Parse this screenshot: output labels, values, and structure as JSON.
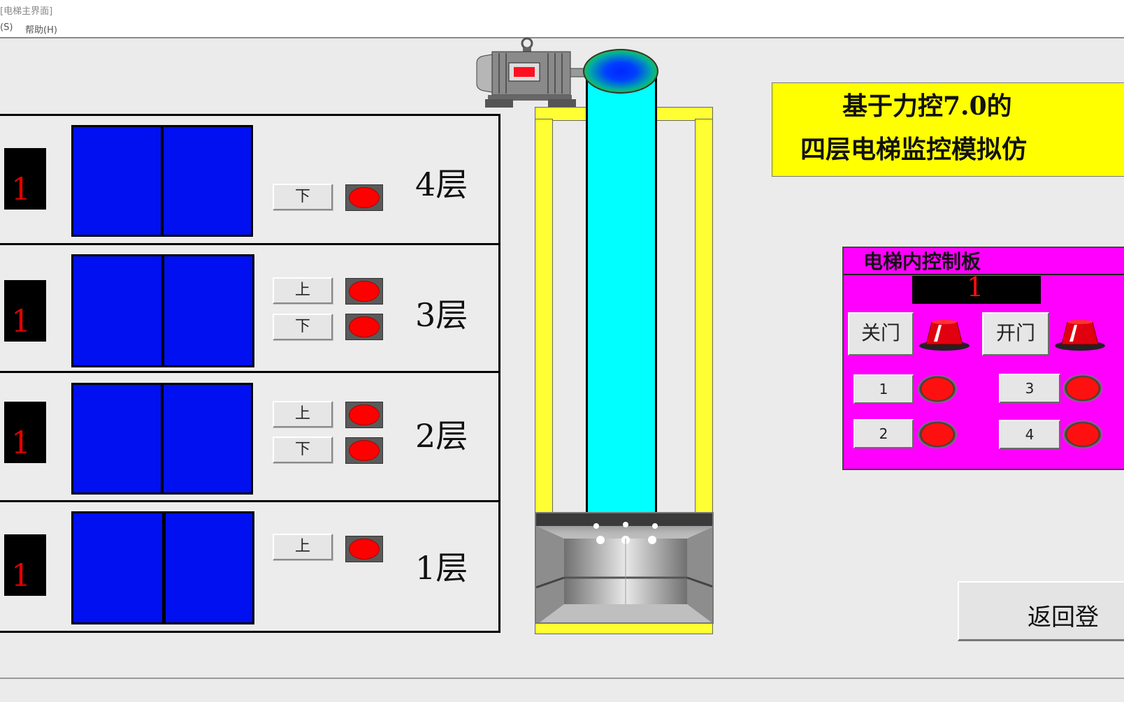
{
  "window": {
    "title": "[电梯主界面]"
  },
  "menu": {
    "items": [
      {
        "label": "(S)"
      },
      {
        "label": "帮助(H)"
      }
    ]
  },
  "floors": [
    {
      "label": "4层",
      "indicator": "1",
      "buttons": [
        "下"
      ]
    },
    {
      "label": "3层",
      "indicator": "1",
      "buttons": [
        "上",
        "下"
      ]
    },
    {
      "label": "2层",
      "indicator": "1",
      "buttons": [
        "上",
        "下"
      ]
    },
    {
      "label": "1层",
      "indicator": "1",
      "buttons": [
        "上"
      ]
    }
  ],
  "title_box": {
    "line1": "基于力控7.0的",
    "line2": "四层电梯监控模拟仿"
  },
  "control_panel": {
    "title": "电梯内控制板",
    "display": "1",
    "close_door": "关门",
    "open_door": "开门",
    "floor_buttons": [
      "1",
      "2",
      "3",
      "4"
    ]
  },
  "back_button": {
    "label": "返回登"
  },
  "colors": {
    "door": "#0010f0",
    "lamp": "#ff0000",
    "panel": "#ff00ff",
    "title_bg": "#ffff00",
    "cable": "#00ffff",
    "rail": "#ffff33"
  }
}
